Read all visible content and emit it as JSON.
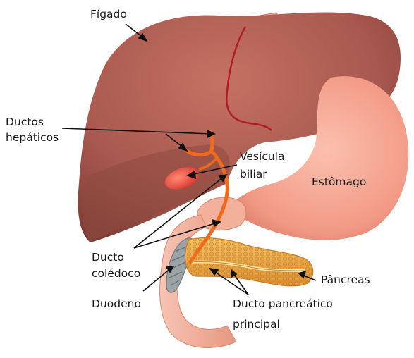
{
  "labels": {
    "figado": "Fígado",
    "ductos_hepaticos_l1": "Ductos",
    "ductos_hepaticos_l2": "hepáticos",
    "vesicula_l1": "Vesícula",
    "vesicula_l2": "biliar",
    "estomago": "Estômago",
    "ducto_coledoco_l1": "Ducto",
    "ducto_coledoco_l2": "colédoco",
    "duodeno": "Duodeno",
    "pancreas": "Pâncreas",
    "ducto_pancreatico_l1": "Ducto pancreático",
    "ducto_pancreatico_l2": "principal"
  },
  "colors": {
    "liver": "#a8584e",
    "liver_dark": "#7d3a33",
    "stomach": "#ef9a86",
    "duct": "#f06a1e",
    "gallbladder": "#e8403a",
    "pancreas": "#e9a33c",
    "duodenum": "#f2b3a0"
  }
}
